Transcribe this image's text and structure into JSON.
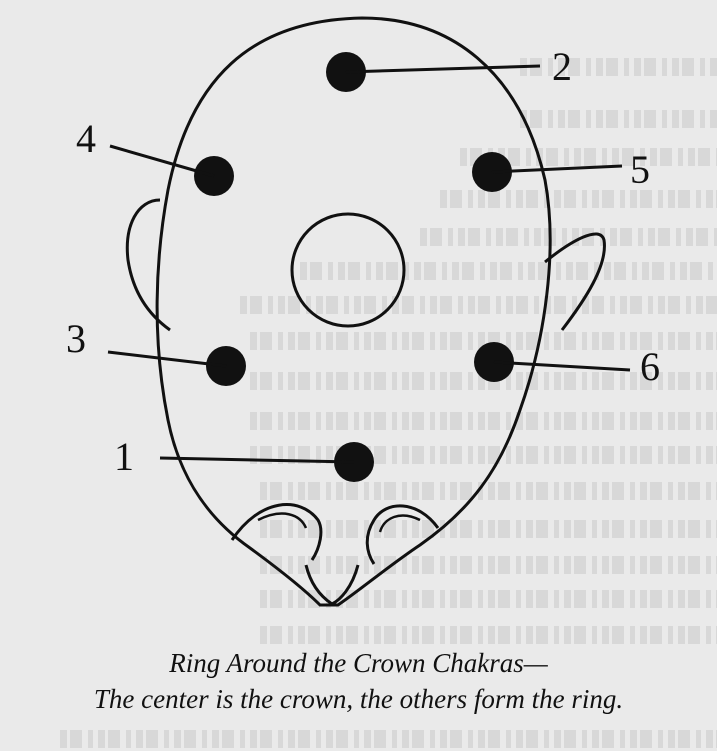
{
  "figure": {
    "labels": {
      "chakra_1": "1",
      "chakra_2": "2",
      "chakra_3": "3",
      "chakra_4": "4",
      "chakra_5": "5",
      "chakra_6": "6"
    },
    "caption_line_1": "Ring Around the Crown Chakras—",
    "caption_line_2": "The center is the crown, the others form the ring."
  },
  "colors": {
    "ink": "#111111",
    "paper": "#eaeaea"
  }
}
